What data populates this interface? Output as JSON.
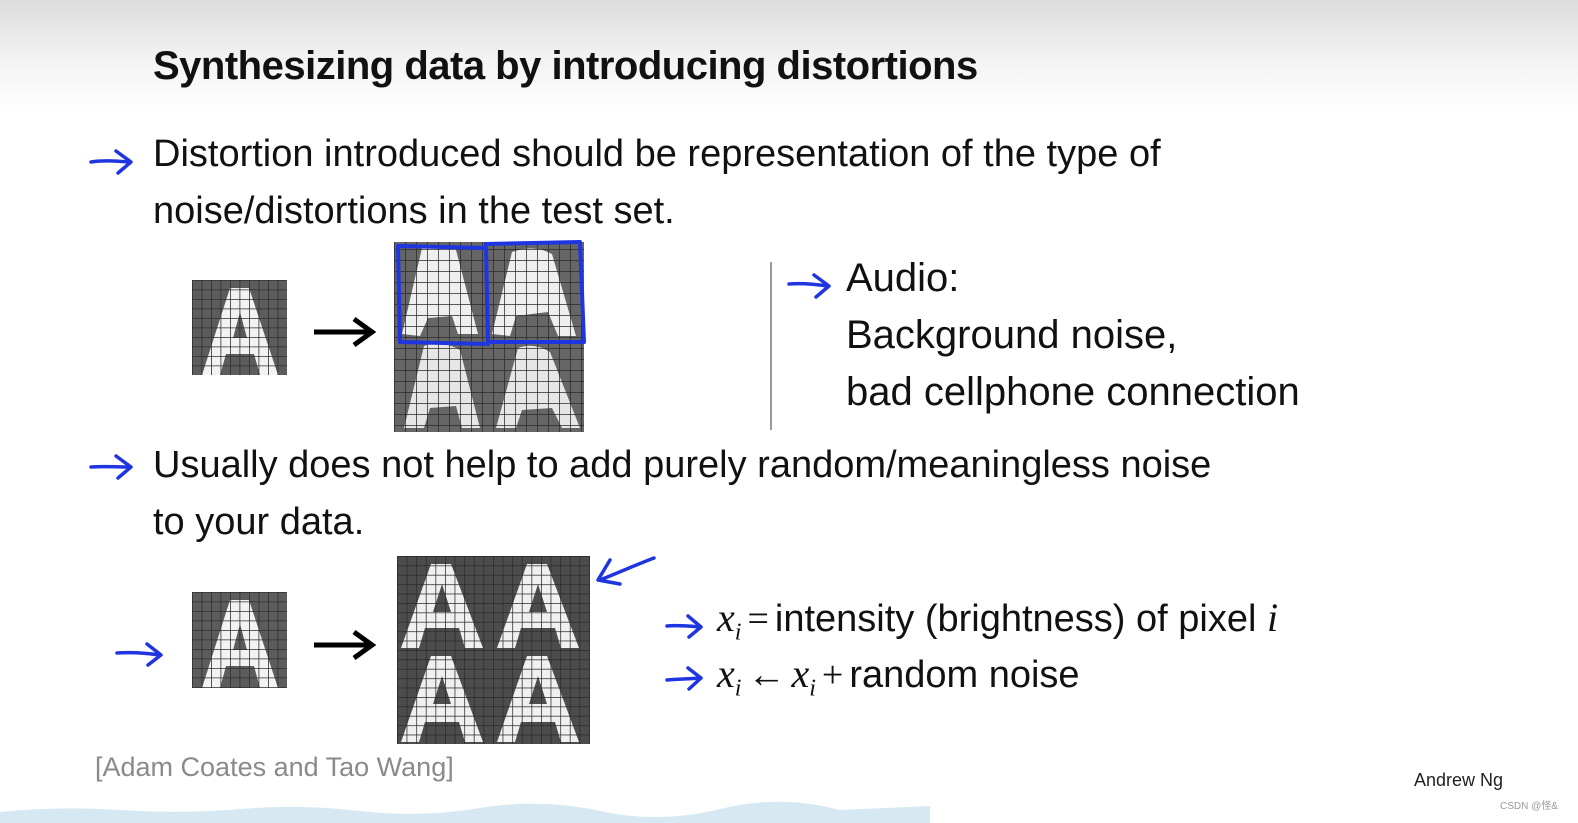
{
  "slide": {
    "title": "Synthesizing data by introducing distortions",
    "bullet1": {
      "line1": "Distortion introduced should be representation of the type of",
      "line2": "noise/distortions in the test set."
    },
    "audio": {
      "heading": "Audio:",
      "line1": "Background noise,",
      "line2": "bad cellphone connection"
    },
    "bullet2": {
      "line1": "Usually does not help to add purely random/meaningless noise",
      "line2": "to your data."
    },
    "math": {
      "line1": {
        "var": "x",
        "sub": "i",
        "op": "=",
        "text": "intensity (brightness) of pixel",
        "tail_var": "i"
      },
      "line2": {
        "var": "x",
        "sub": "i",
        "op": "←",
        "var2": "x",
        "sub2": "i",
        "plus": "+",
        "text": "random noise"
      }
    },
    "citation": "[Adam Coates and Tao Wang]",
    "author": "Andrew Ng",
    "watermark": "CSDN @怪&"
  },
  "colors": {
    "annotation_blue": "#1f35e0",
    "text": "#111111",
    "citation_gray": "#8a8a8a"
  },
  "icons": [
    "hand-drawn-arrow-icon",
    "right-arrow-icon",
    "letter-a-glyph-icon",
    "distorted-a-grid-icon",
    "noisy-a-grid-icon"
  ]
}
